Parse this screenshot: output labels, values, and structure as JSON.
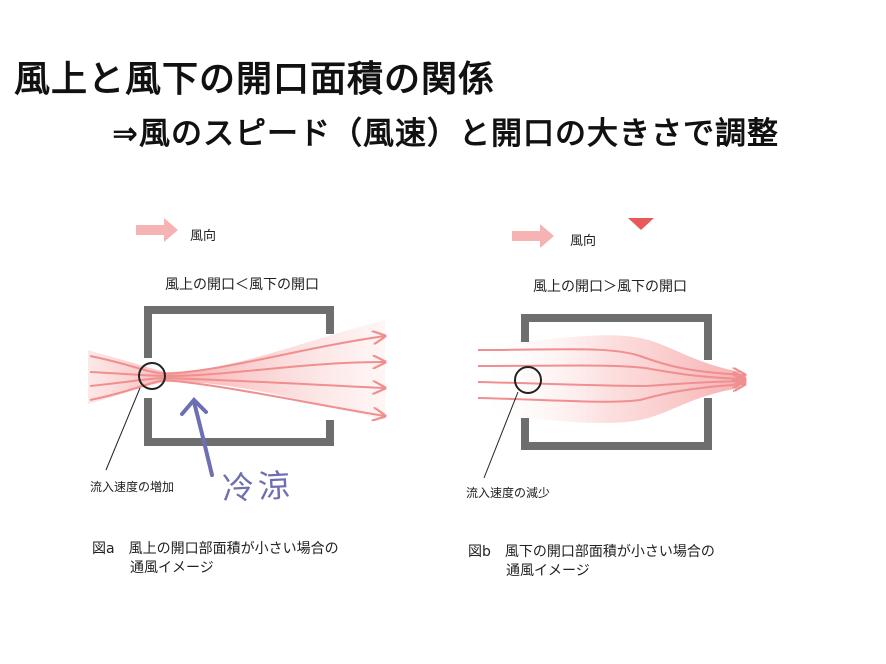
{
  "slide": {
    "title": "風上と風下の開口面積の関係",
    "subtitle": "⇒風のスピード（風速）と開口の大きさで調整"
  },
  "figure_a": {
    "legend_label": "風向",
    "heading": "風上の開口＜風下の開口",
    "annotation": "流入速度の増加",
    "caption_tag": "図a",
    "caption_line1": "風上の開口部面積が小さい場合の",
    "caption_line2": "通風イメージ",
    "handwritten_note": "冷涼"
  },
  "figure_b": {
    "legend_label": "風向",
    "heading": "風上の開口＞風下の開口",
    "annotation": "流入速度の減少",
    "caption_tag": "図b",
    "caption_line1": "風下の開口部面積が小さい場合の",
    "caption_line2": "通風イメージ"
  },
  "colors": {
    "wall": "#6e6e6e",
    "airflow": "#f08f8f",
    "airflow_fill": "#fbd1d1",
    "handwriting": "#6d6fb3",
    "marker": "#e85a5a"
  }
}
